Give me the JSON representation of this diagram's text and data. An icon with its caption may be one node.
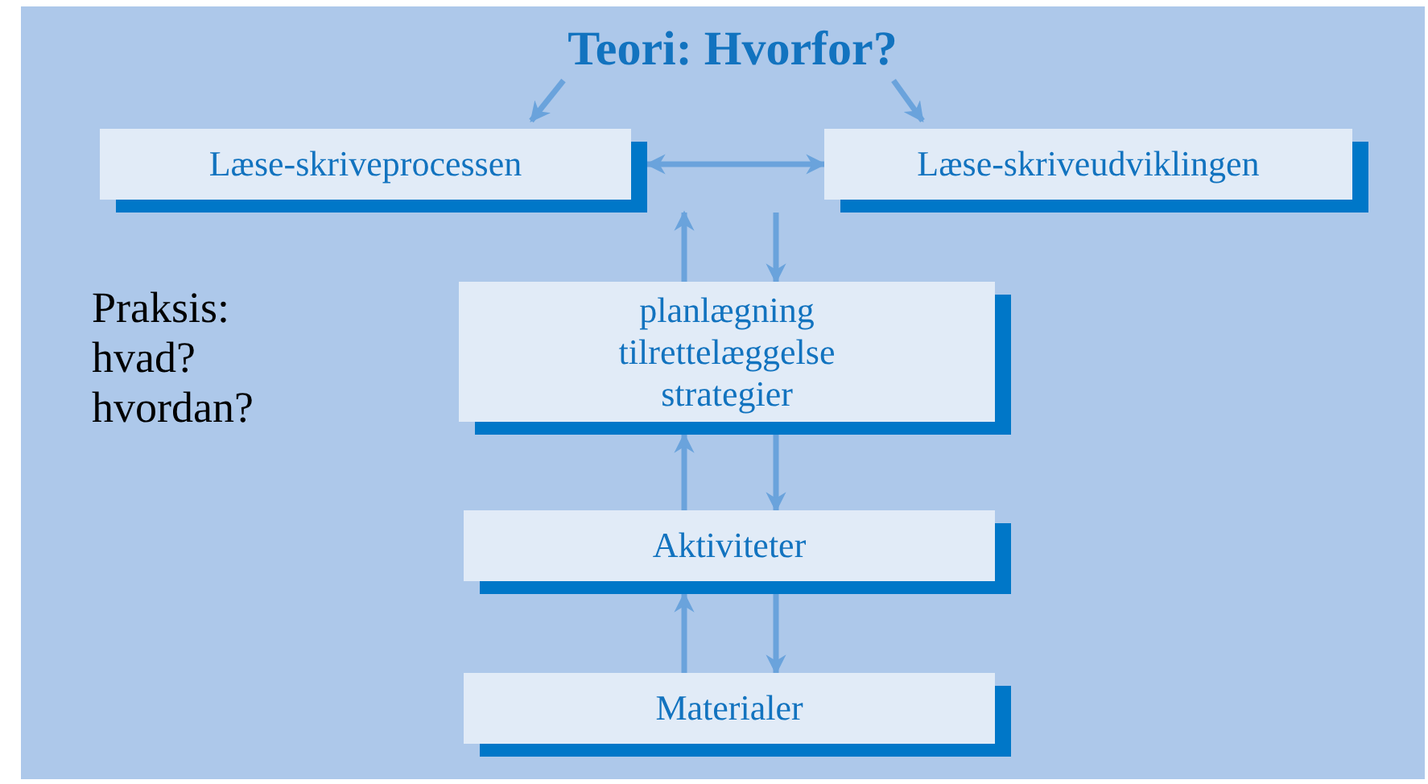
{
  "diagram": {
    "nodes": [
      {
        "text": [
          "Teori: Hvorfor?"
        ]
      },
      {
        "text": [
          "Læse-skriveprocessen"
        ]
      },
      {
        "text": [
          "Læse-skriveudviklingen"
        ]
      },
      {
        "text": [
          "planlægning tilrettelæggelse strategier"
        ]
      },
      {
        "text": [
          "Aktiviteter"
        ]
      },
      {
        "text": [
          "Materialer"
        ]
      }
    ],
    "edges": [
      {
        "from": 0,
        "to": 1,
        "arrow": "to"
      },
      {
        "from": 0,
        "to": 2,
        "arrow": "to"
      },
      {
        "from": 1,
        "to": 2,
        "arrow": "both"
      },
      {
        "from": 3,
        "to": 1,
        "arrow": "to"
      },
      {
        "from": 2,
        "to": 3,
        "arrow": "to"
      },
      {
        "from": 4,
        "to": 3,
        "arrow": "to"
      },
      {
        "from": 3,
        "to": 4,
        "arrow": "to"
      },
      {
        "from": 5,
        "to": 4,
        "arrow": "to"
      },
      {
        "from": 4,
        "to": 5,
        "arrow": "to"
      }
    ],
    "labels": [
      "Praksis: hvad? hvordan?"
    ]
  }
}
